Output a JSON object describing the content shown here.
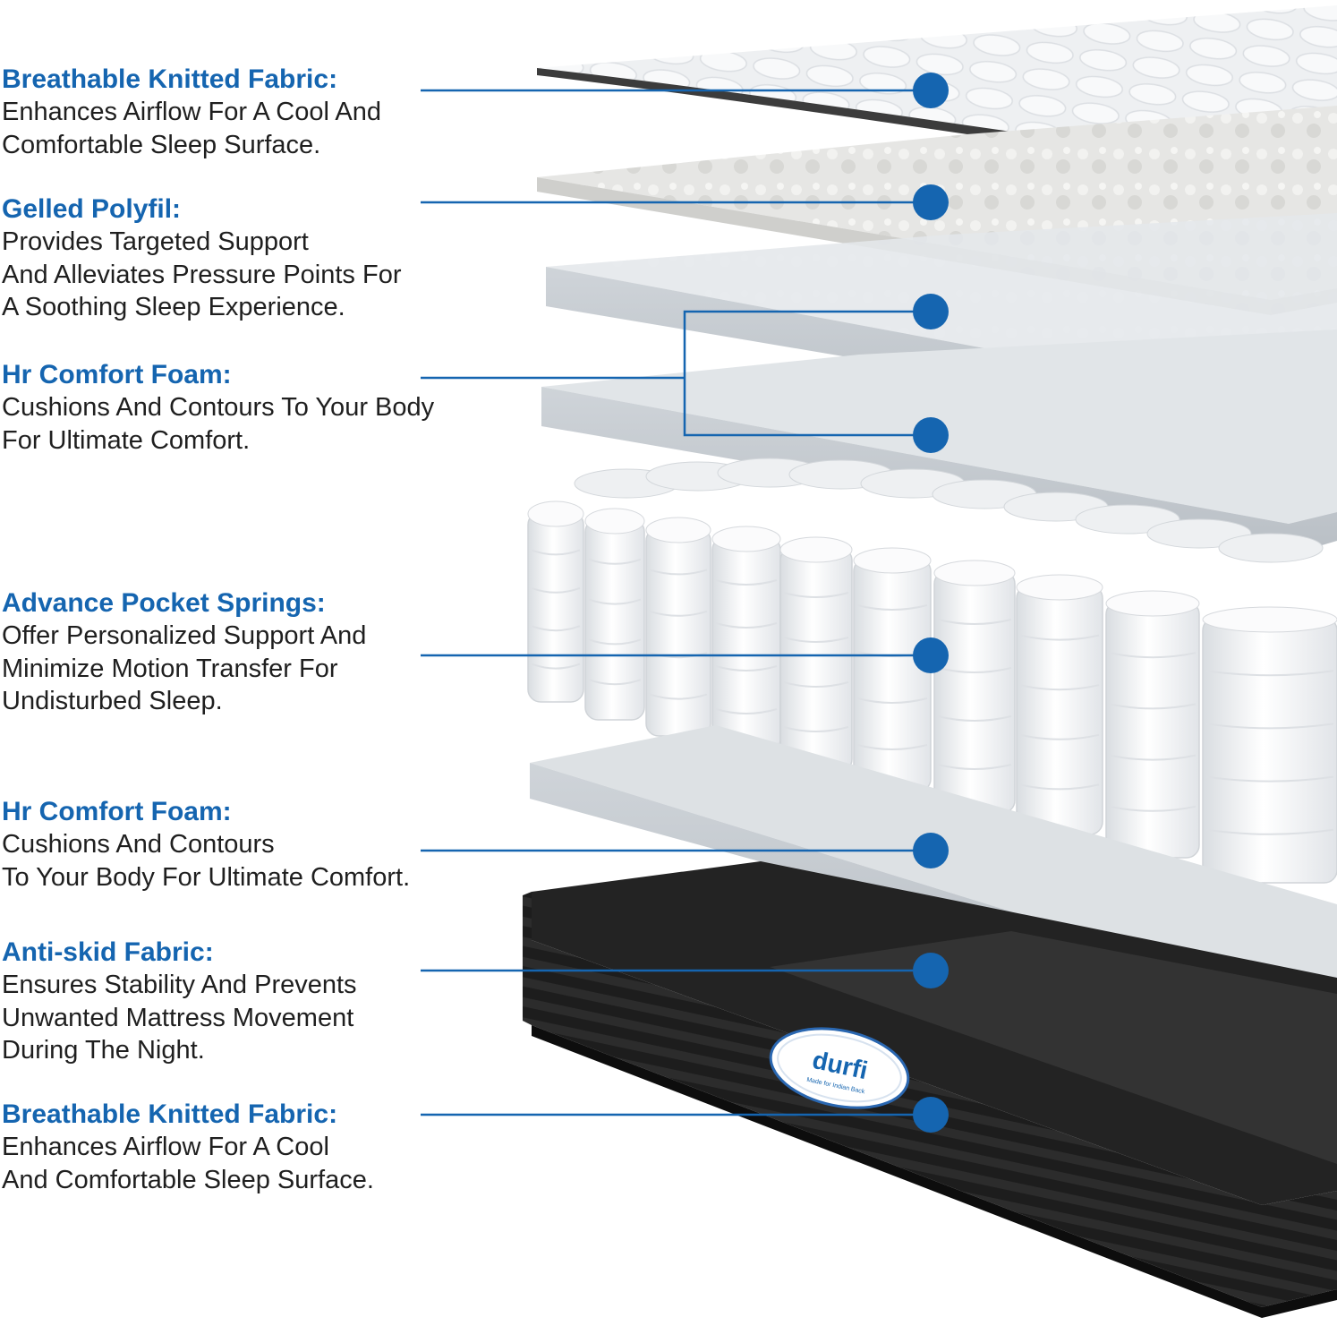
{
  "brand": {
    "logo_text": "durfi",
    "logo_tagline": "Made for Indian Back"
  },
  "colors": {
    "accent": "#1565b0",
    "text": "#1f1f1f",
    "foam": "#dfe3e7",
    "base_fabric": "#1c1c1c"
  },
  "callouts": [
    {
      "title": "Breathable Knitted Fabric:",
      "description": "Enhances Airflow For A Cool And\nComfortable Sleep Surface."
    },
    {
      "title": "Gelled Polyfil:",
      "description": "Provides Targeted Support\nAnd Alleviates Pressure Points For\nA Soothing Sleep Experience."
    },
    {
      "title": "Hr Comfort Foam:",
      "description": "Cushions And Contours To Your Body\nFor Ultimate Comfort."
    },
    {
      "title": "Advance Pocket Springs:",
      "description": "Offer Personalized Support And\nMinimize Motion Transfer For\nUndisturbed Sleep."
    },
    {
      "title": "Hr Comfort Foam:",
      "description": "Cushions And Contours\nTo Your Body For Ultimate Comfort."
    },
    {
      "title": "Anti-skid Fabric:",
      "description": "Ensures Stability And Prevents\nUnwanted Mattress Movement\nDuring The Night."
    },
    {
      "title": "Breathable Knitted Fabric:",
      "description": "Enhances Airflow For A Cool\nAnd Comfortable Sleep Surface."
    }
  ]
}
